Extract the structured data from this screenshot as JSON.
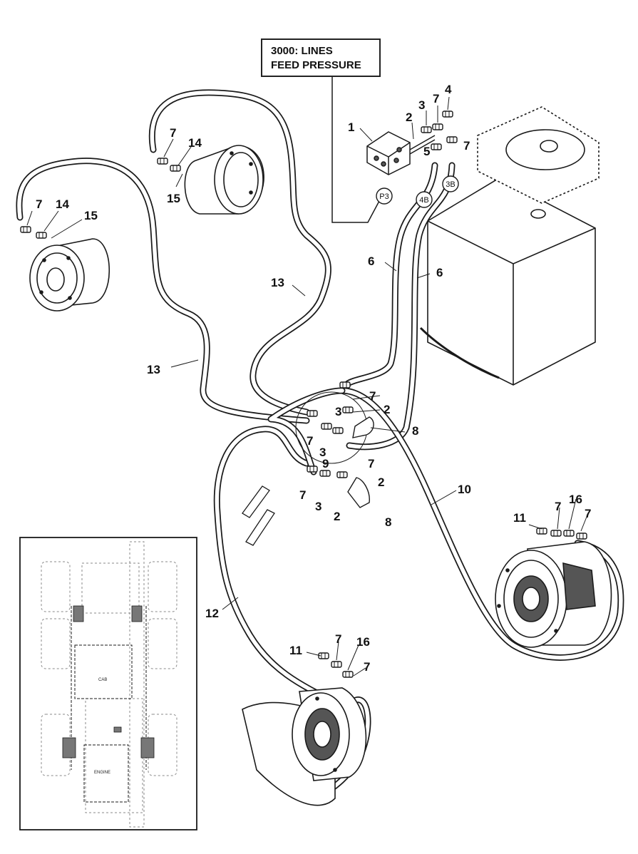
{
  "title_box": {
    "line1": "3000: LINES",
    "line2": "FEED PRESSURE"
  },
  "port_labels": {
    "p3": "P3",
    "p4b": "4B",
    "p3b": "3B"
  },
  "callouts": {
    "c1": "1",
    "c2_top": "2",
    "c3_top": "3",
    "c7_top": "7",
    "c4": "4",
    "c5": "5",
    "c7_top_right": "7",
    "c7_left": "7",
    "c14_left": "14",
    "c15_left": "15",
    "c7_mid": "7",
    "c14_mid": "14",
    "c15_mid": "15",
    "c6_left": "6",
    "c6_right": "6",
    "c13_upper": "13",
    "c13_lower": "13",
    "c7_m1": "7",
    "c3_m1": "3",
    "c2_m1": "2",
    "c7_m2": "7",
    "c8_top": "8",
    "c3_m2": "3",
    "c7_m3": "7",
    "c9": "9",
    "c2_m2": "2",
    "c7_m4": "7",
    "c3_m3": "3",
    "c2_m3": "2",
    "c8_bottom": "8",
    "c10": "10",
    "c11_right": "11",
    "c7_r1": "7",
    "c16_right": "16",
    "c7_r2": "7",
    "c12": "12",
    "c11_bottom": "11",
    "c7_b1": "7",
    "c16_bottom": "16",
    "c7_b2": "7"
  },
  "inset": {
    "cab_label": "CAB",
    "engine_label": "ENGINE"
  },
  "colors": {
    "line": "#1a1a1a",
    "dashed": "#8a8a8a",
    "component_fill": "#ffffff",
    "dark_part": "#555555"
  }
}
